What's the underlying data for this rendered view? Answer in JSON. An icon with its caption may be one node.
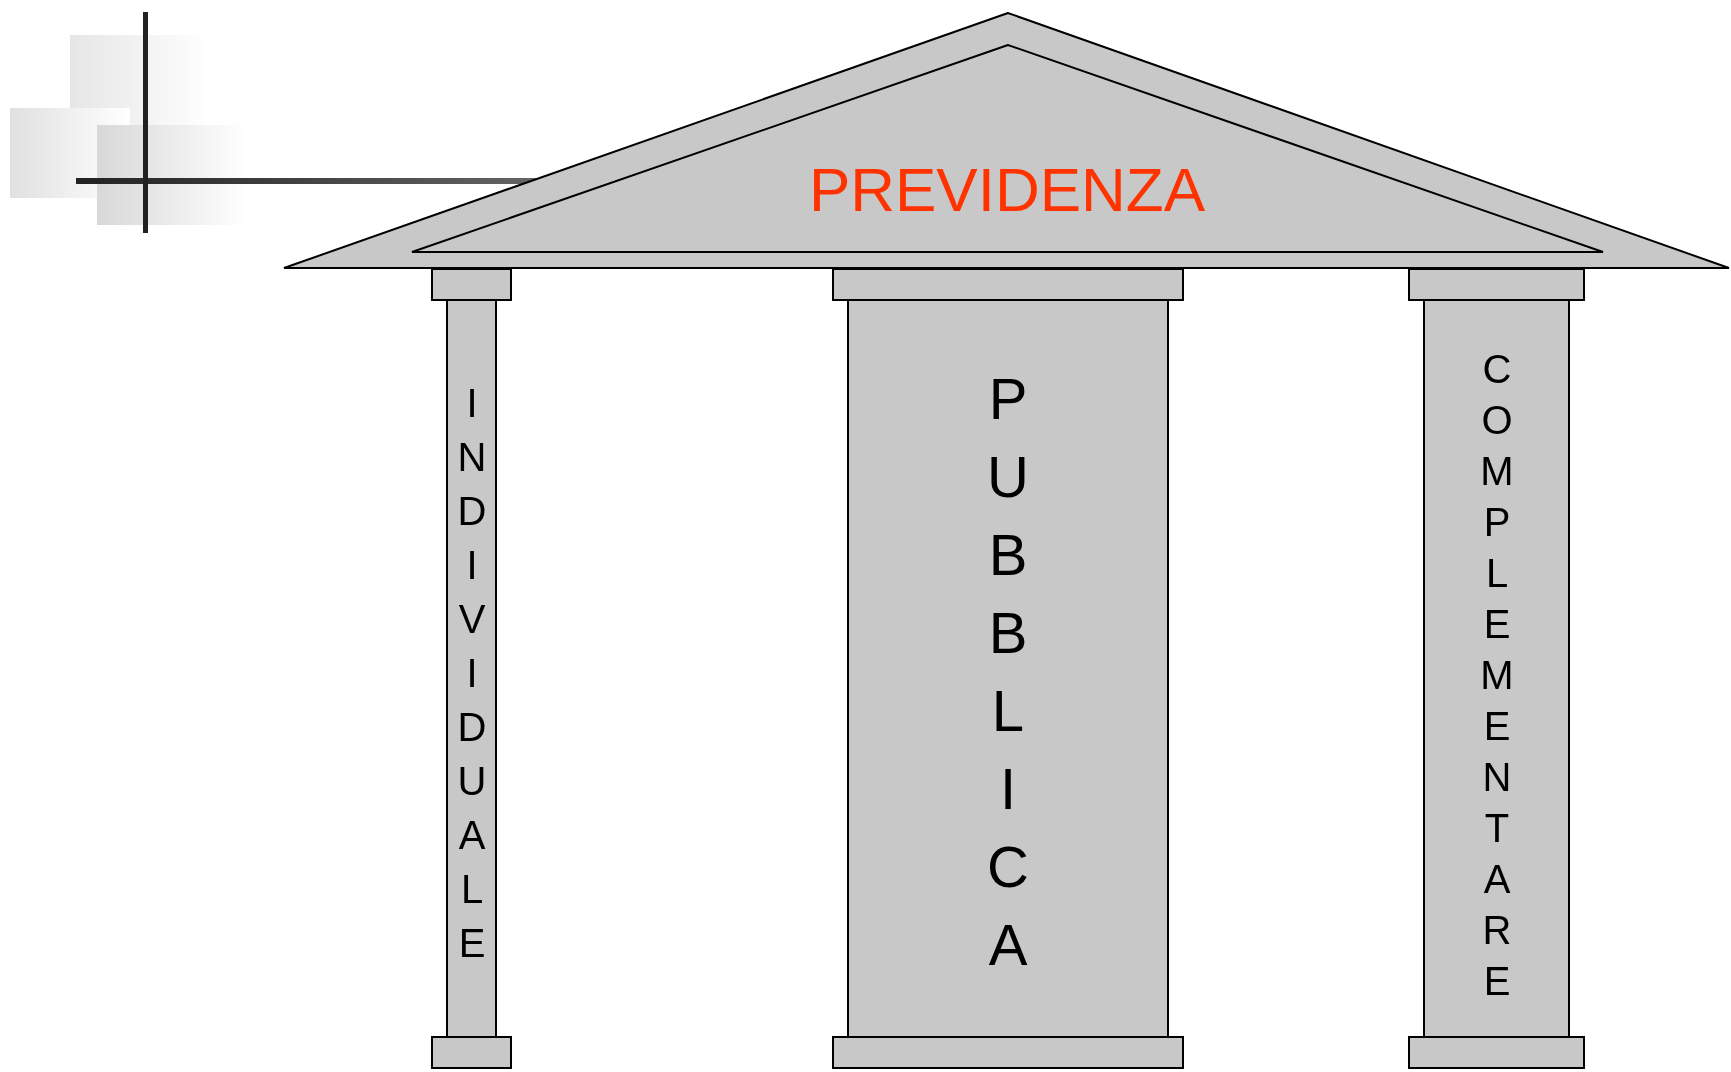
{
  "diagram": {
    "nodes": [
      {
        "text": [
          "PREVIDENZA"
        ]
      },
      {
        "text": [
          "INDIVIDUALE"
        ]
      },
      {
        "text": [
          "PUBBLICA"
        ]
      },
      {
        "text": [
          "COMPLEMENTARE"
        ]
      }
    ]
  }
}
